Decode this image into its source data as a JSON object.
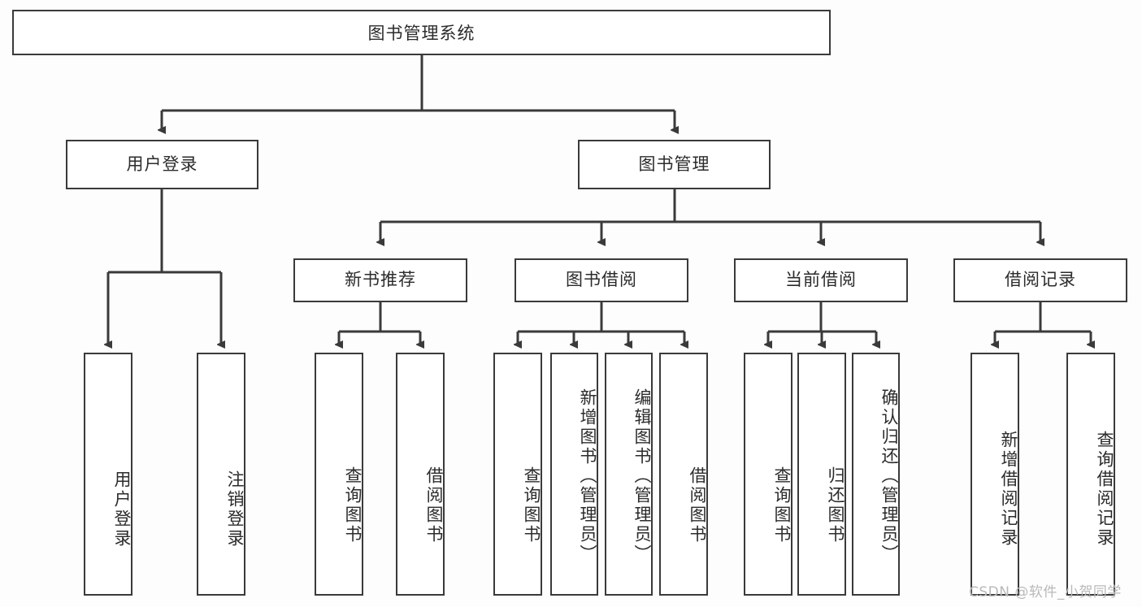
{
  "diagram": {
    "title": "图书管理系统",
    "type": "tree",
    "watermark": "CSDN @软件_小贺同学",
    "colors": {
      "background": "#fdfdfd",
      "node_fill": "#ffffff",
      "node_border": "#3a3a3a",
      "connector": "#3a3a3a",
      "text": "#2b2b2b",
      "watermark": "#b9b9b9"
    },
    "root": {
      "label": "图书管理系统"
    },
    "level2": [
      {
        "label": "用户登录"
      },
      {
        "label": "图书管理"
      }
    ],
    "level3": [
      {
        "label": "新书推荐"
      },
      {
        "label": "图书借阅"
      },
      {
        "label": "当前借阅"
      },
      {
        "label": "借阅记录"
      }
    ],
    "leaves": {
      "user_login": [
        {
          "label": "用户登录"
        },
        {
          "label": "注销登录"
        }
      ],
      "new_book_recommend": [
        {
          "label": "查询图书"
        },
        {
          "label": "借阅图书"
        }
      ],
      "book_borrow": [
        {
          "label": "查询图书"
        },
        {
          "label": "新增图书（管理员）"
        },
        {
          "label": "编辑图书（管理员）"
        },
        {
          "label": "借阅图书"
        }
      ],
      "current_borrow": [
        {
          "label": "查询图书"
        },
        {
          "label": "归还图书"
        },
        {
          "label": "确认归还（管理员）"
        }
      ],
      "borrow_record": [
        {
          "label": "新增借阅记录"
        },
        {
          "label": "查询借阅记录"
        }
      ]
    }
  }
}
